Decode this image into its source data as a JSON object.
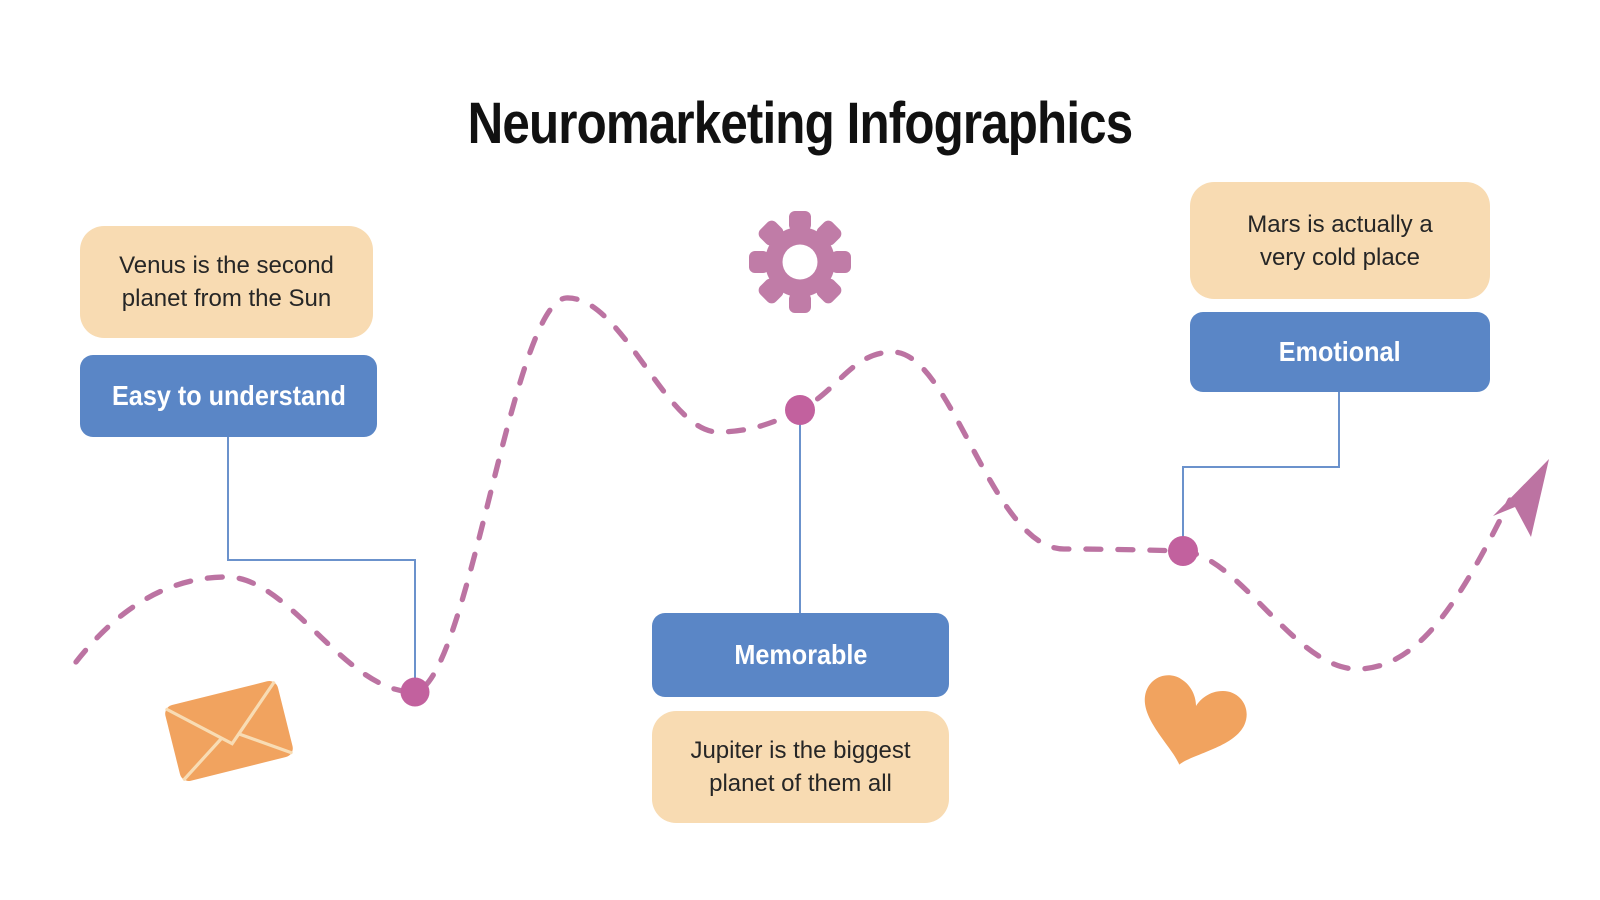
{
  "slide": {
    "title": "Neuromarketing Infographics"
  },
  "nodes": [
    {
      "id": "easy-to-understand",
      "label": "Easy to understand",
      "fact_lines": [
        "Venus is the second",
        "planet from the Sun"
      ]
    },
    {
      "id": "memorable",
      "label": "Memorable",
      "fact_lines": [
        "Jupiter is the biggest",
        "planet of them all"
      ]
    },
    {
      "id": "emotional",
      "label": "Emotional",
      "fact_lines": [
        "Mars is actually a",
        "very cold place"
      ]
    }
  ],
  "icons": [
    "gear-icon",
    "envelope-icon",
    "heart-icon",
    "arrow-icon",
    "timeline-dot"
  ],
  "colors": {
    "titlecolor": "#111111",
    "cream": "#F8DBB2",
    "blue": "#5A86C6",
    "connector": "#6B92CC",
    "mauve": "#BC73A2",
    "mauvedeep": "#C2619E",
    "gearcolor": "#C07CA7",
    "orange": "#F1A35F",
    "orangelight": "#F8DCB4",
    "textdark": "#262626"
  }
}
